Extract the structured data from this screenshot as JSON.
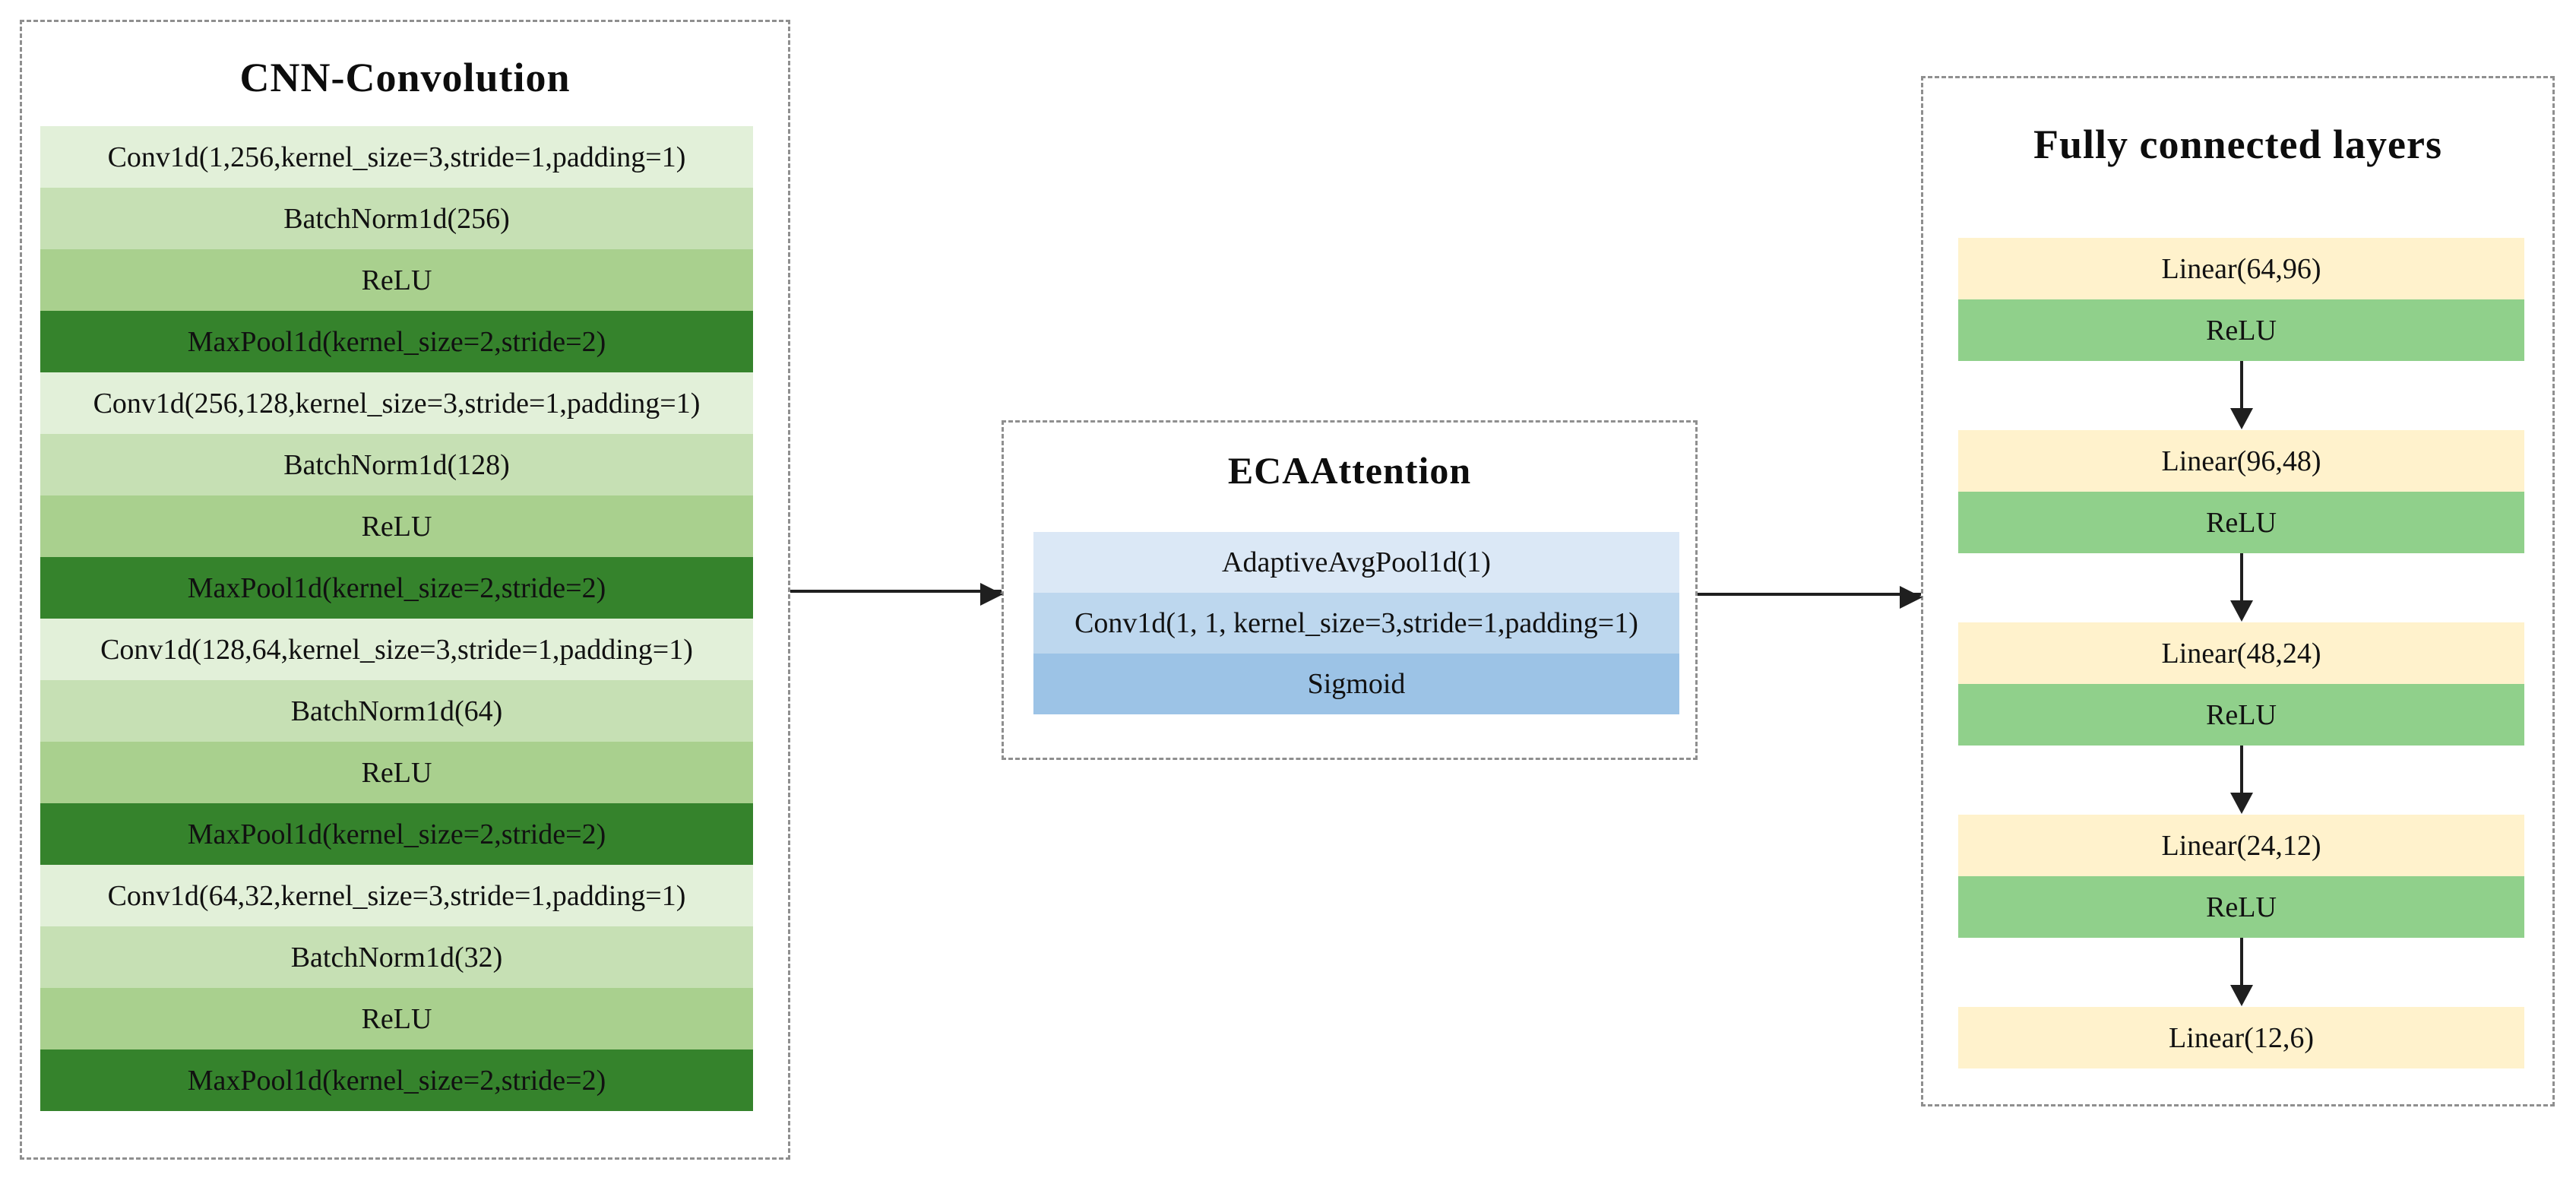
{
  "colors": {
    "row-conv": "#e2f0d9",
    "row-bn": "#c6e0b4",
    "row-relu": "#a9d08e",
    "row-maxpool": "#35832c",
    "row-blue1": "#dbe8f6",
    "row-blue2": "#bdd7ee",
    "row-blue3": "#9cc3e6",
    "row-linear": "#fff2cc",
    "row-fcrelu": "#90d08b",
    "arrow": "#1f1f1f",
    "border": "#8f8f8f"
  },
  "blocks": {
    "cnn": {
      "title": "CNN-Convolution",
      "rows": [
        {
          "type": "conv",
          "label": "Conv1d(1,256,kernel_size=3,stride=1,padding=1)"
        },
        {
          "type": "bn",
          "label": "BatchNorm1d(256)"
        },
        {
          "type": "relu",
          "label": "ReLU"
        },
        {
          "type": "maxpool",
          "label": "MaxPool1d(kernel_size=2,stride=2)"
        },
        {
          "type": "conv",
          "label": "Conv1d(256,128,kernel_size=3,stride=1,padding=1)"
        },
        {
          "type": "bn",
          "label": "BatchNorm1d(128)"
        },
        {
          "type": "relu",
          "label": "ReLU"
        },
        {
          "type": "maxpool",
          "label": "MaxPool1d(kernel_size=2,stride=2)"
        },
        {
          "type": "conv",
          "label": "Conv1d(128,64,kernel_size=3,stride=1,padding=1)"
        },
        {
          "type": "bn",
          "label": "BatchNorm1d(64)"
        },
        {
          "type": "relu",
          "label": "ReLU"
        },
        {
          "type": "maxpool",
          "label": "MaxPool1d(kernel_size=2,stride=2)"
        },
        {
          "type": "conv",
          "label": "Conv1d(64,32,kernel_size=3,stride=1,padding=1)"
        },
        {
          "type": "bn",
          "label": "BatchNorm1d(32)"
        },
        {
          "type": "relu",
          "label": "ReLU"
        },
        {
          "type": "maxpool",
          "label": "MaxPool1d(kernel_size=2,stride=2)"
        }
      ]
    },
    "eca": {
      "title": "ECAAttention",
      "rows": [
        {
          "type": "blue1",
          "label": "AdaptiveAvgPool1d(1)"
        },
        {
          "type": "blue2",
          "label": "Conv1d(1, 1, kernel_size=3,stride=1,padding=1)"
        },
        {
          "type": "blue3",
          "label": "Sigmoid"
        }
      ]
    },
    "fc": {
      "title": "Fully connected layers",
      "rows": [
        {
          "type": "linear",
          "label": "Linear(64,96)"
        },
        {
          "type": "fcrelu",
          "label": "ReLU"
        },
        {
          "type": "arrow"
        },
        {
          "type": "linear",
          "label": "Linear(96,48)"
        },
        {
          "type": "fcrelu",
          "label": "ReLU"
        },
        {
          "type": "arrow"
        },
        {
          "type": "linear",
          "label": "Linear(48,24)"
        },
        {
          "type": "fcrelu",
          "label": "ReLU"
        },
        {
          "type": "arrow"
        },
        {
          "type": "linear",
          "label": "Linear(24,12)"
        },
        {
          "type": "fcrelu",
          "label": "ReLU"
        },
        {
          "type": "arrow"
        },
        {
          "type": "linear",
          "label": "Linear(12,6)"
        }
      ]
    }
  },
  "connectors": {
    "cnn_to_eca": "arrow-right",
    "eca_to_fc": "arrow-right"
  }
}
